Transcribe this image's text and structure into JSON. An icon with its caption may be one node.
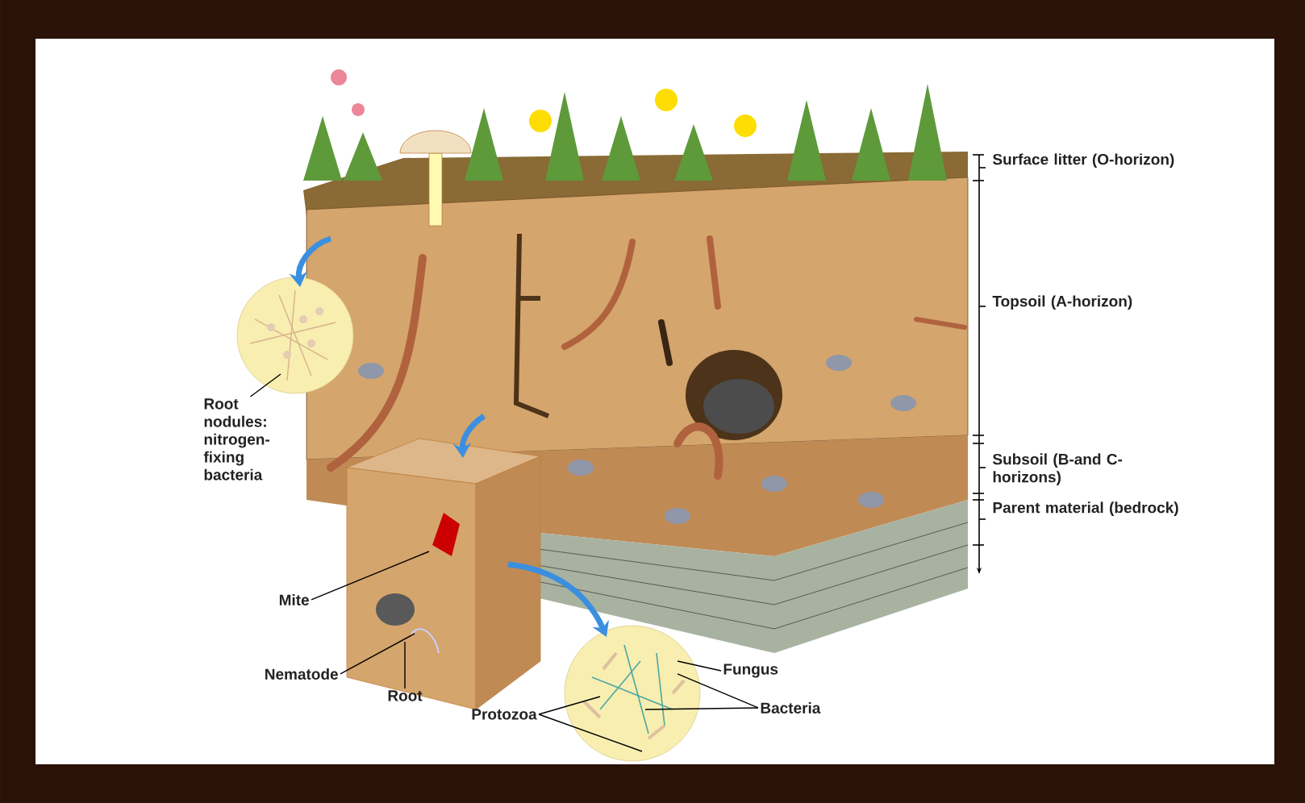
{
  "diagram": {
    "nodes": [
      {
        "text": [],
        "shape": "picture"
      },
      {
        "text": [],
        "shape": "circle"
      },
      {
        "text": [],
        "shape": "picture"
      },
      {
        "text": [],
        "shape": "circle"
      },
      {
        "text": [
          "Root nodules: nitrogen-fixing bacteria"
        ]
      },
      {
        "text": [
          "Mite"
        ]
      },
      {
        "text": [
          "Nematode"
        ]
      },
      {
        "text": [
          "Root"
        ]
      },
      {
        "text": [
          "Protozoa"
        ]
      },
      {
        "text": [
          "Fungus"
        ]
      },
      {
        "text": [
          "Bacteria"
        ]
      }
    ],
    "edges": [
      {
        "from": 0,
        "to": 1,
        "arrow": "to",
        "style": "thick",
        "color": "#3b8fe0"
      },
      {
        "from": 0,
        "to": 2,
        "arrow": "to",
        "style": "thick",
        "color": "#3b8fe0"
      },
      {
        "from": 0,
        "to": 3,
        "arrow": "to",
        "style": "thick",
        "color": "#3b8fe0"
      },
      {
        "from": 4,
        "to": 1,
        "arrow": "none"
      },
      {
        "from": 5,
        "to": 2,
        "arrow": "none"
      },
      {
        "from": 6,
        "to": 2,
        "arrow": "none"
      },
      {
        "from": 7,
        "to": 2,
        "arrow": "none"
      },
      {
        "from": 8,
        "to": 3,
        "arrow": "none"
      },
      {
        "from": 8,
        "to": 3,
        "arrow": "none"
      },
      {
        "from": 9,
        "to": 3,
        "arrow": "none"
      },
      {
        "from": 10,
        "to": 3,
        "arrow": "none"
      },
      {
        "from": 10,
        "to": 3,
        "arrow": "none"
      }
    ],
    "labels": [
      "Surface litter (O-horizon)",
      "Topsoil (A-horizon)",
      "Subsoil (B-and C-horizons)",
      "Parent material (bedrock)"
    ]
  }
}
